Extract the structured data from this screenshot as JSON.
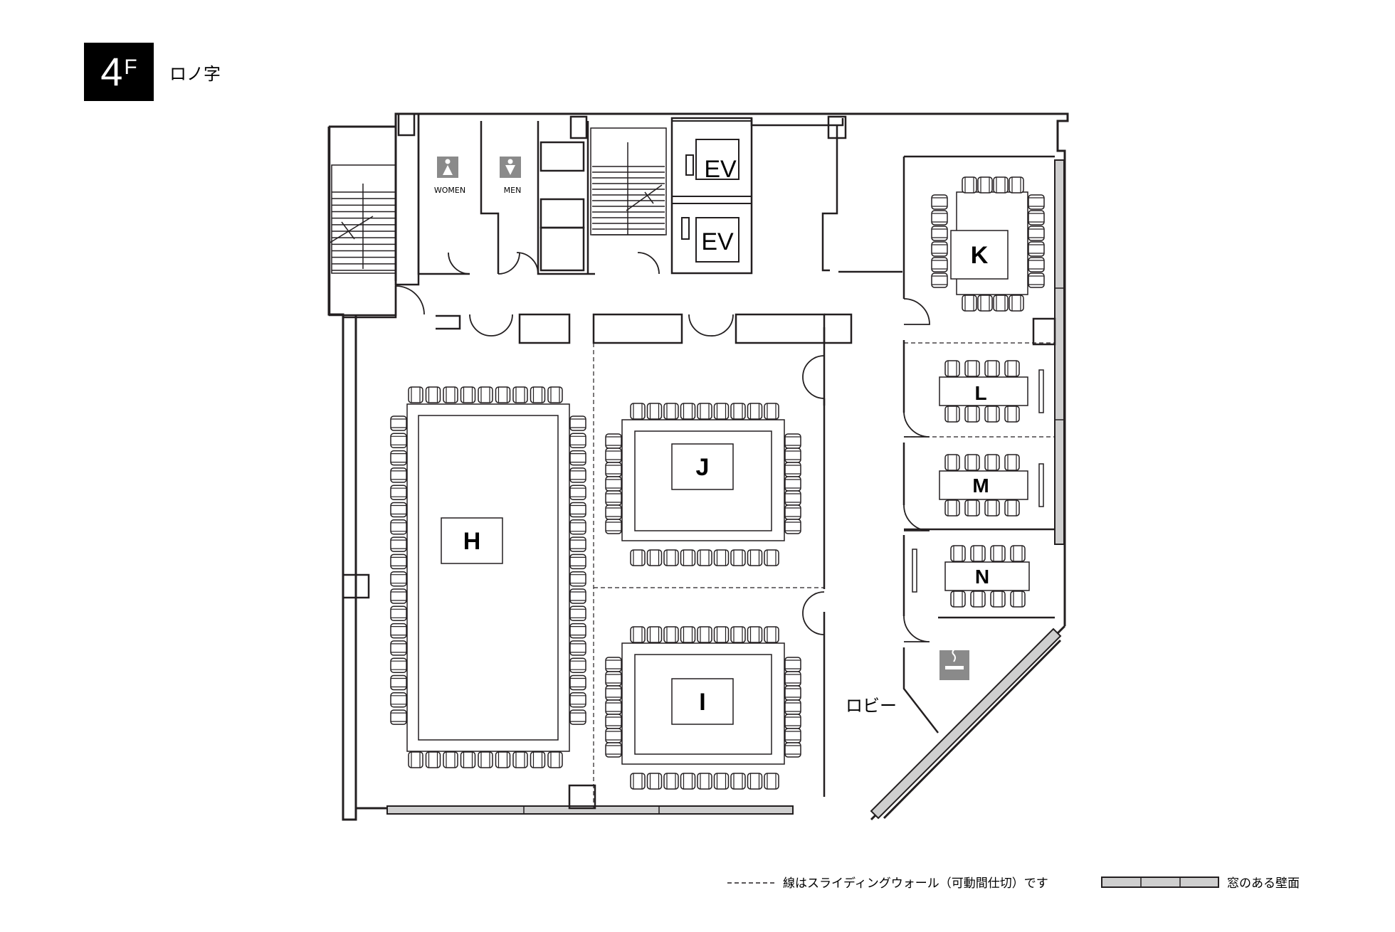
{
  "floor": {
    "number": "4",
    "unit": "F",
    "layout_name": "ロノ字"
  },
  "rooms": {
    "H": "H",
    "I": "I",
    "J": "J",
    "K": "K",
    "L": "L",
    "M": "M",
    "N": "N"
  },
  "ev_labels": [
    "EV",
    "EV"
  ],
  "restrooms": {
    "women": "WOMEN",
    "men": "MEN"
  },
  "lobby": "ロビー",
  "legend": {
    "sliding_wall": "線はスライディングウォール（可動間仕切）です",
    "window_wall": "窓のある壁面"
  },
  "icons": {
    "women": "women-restroom-icon",
    "men": "men-restroom-icon",
    "smoking": "smoking-area-icon"
  },
  "colors": {
    "wall": "#231f20",
    "window": "#cfcfcf",
    "icon_gray": "#8a8a8a"
  }
}
